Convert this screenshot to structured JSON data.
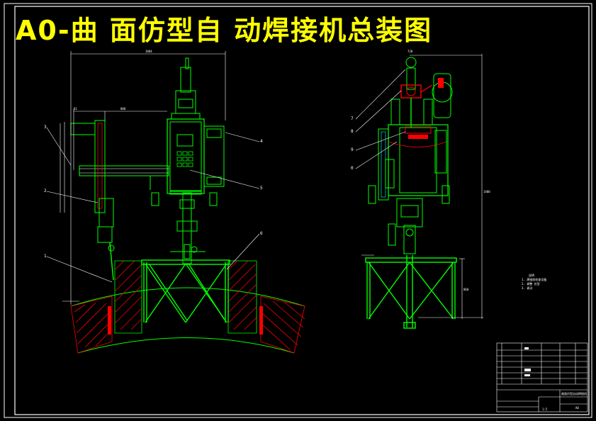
{
  "title": "A0-曲 面仿型自 动焊接机总装图",
  "colors": {
    "background": "#000000",
    "frame": "#ffffff",
    "title": "#ffff00",
    "outline": "#00ff00",
    "dimension": "#ffffff",
    "hatch": "#ff0000",
    "detail": "#00ffff",
    "accent": "#ff00ff"
  },
  "balloons": {
    "front": [
      "3",
      "2",
      "1",
      "4",
      "5",
      "6"
    ],
    "side": [
      "7",
      "8",
      "9",
      "0"
    ]
  },
  "notes": {
    "header": "说明",
    "lines": [
      "1. 焊接前检查设备",
      "2. 调整 仿型",
      "3. 调试"
    ]
  },
  "title_block": {
    "name": "曲面仿型自动焊接机",
    "sheet": "A0",
    "scale": "1:5"
  }
}
